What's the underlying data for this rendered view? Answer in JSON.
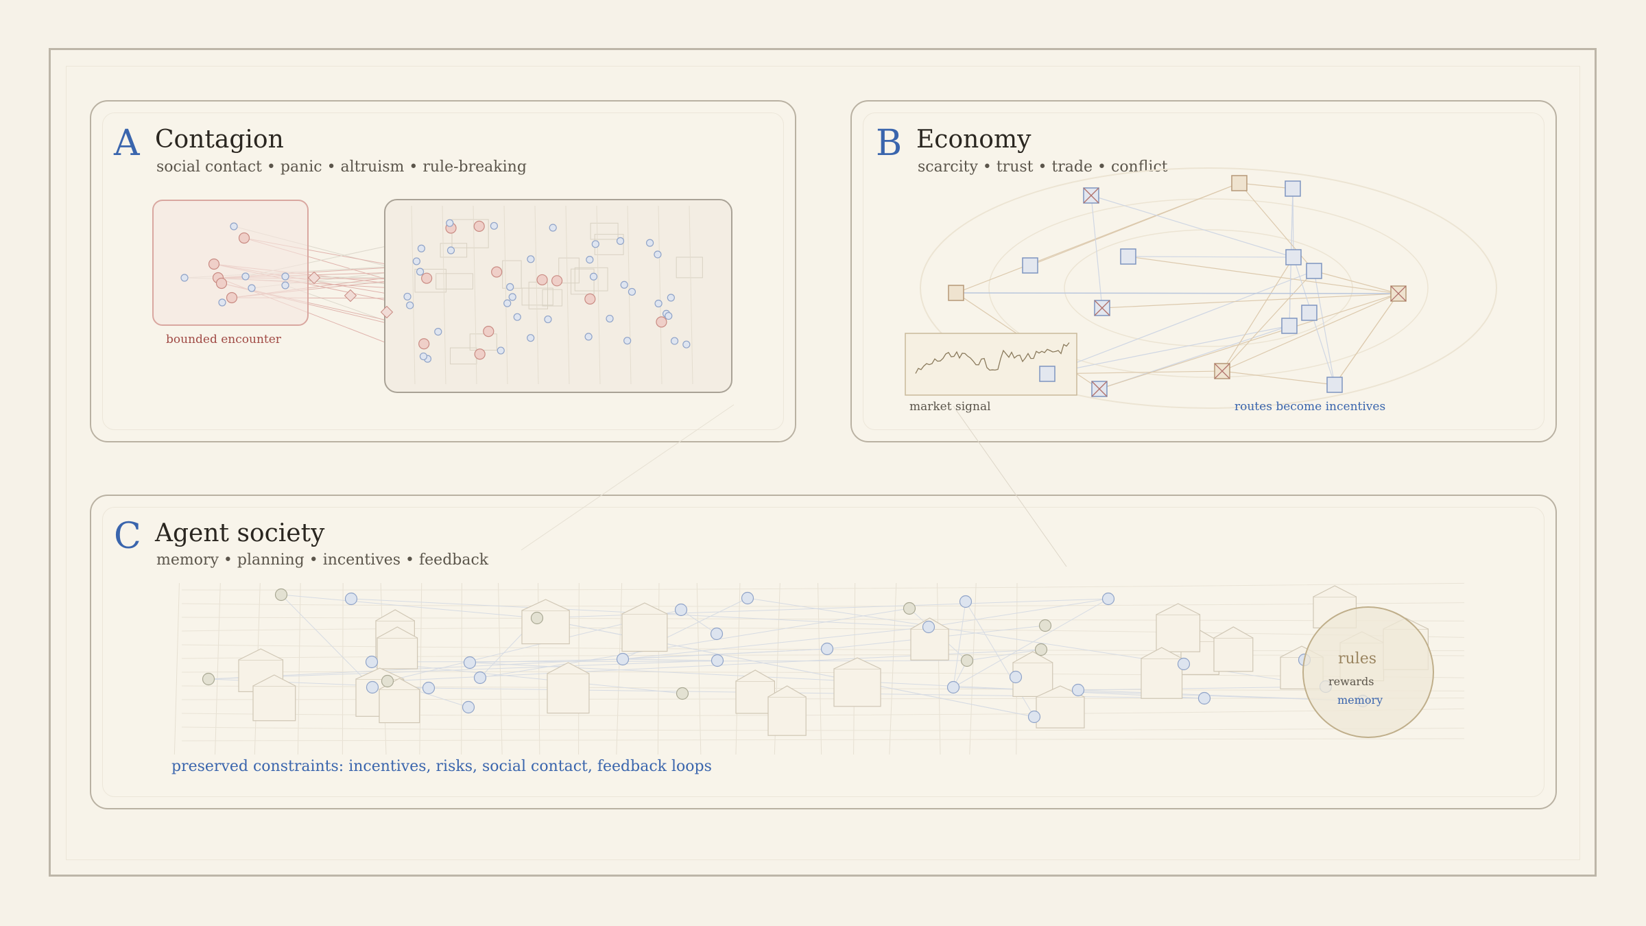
{
  "panels": {
    "a": {
      "letter": "A",
      "title": "Contagion",
      "subtitle": "social contact • panic • altruism • rule-breaking",
      "annotation": "bounded encounter"
    },
    "b": {
      "letter": "B",
      "title": "Economy",
      "subtitle": "scarcity • trust • trade • conflict",
      "annotation_left": "market signal",
      "annotation_right": "routes become incentives"
    },
    "c": {
      "letter": "C",
      "title": "Agent society",
      "subtitle": "memory • planning • incentives • feedback",
      "footer": "preserved constraints: incentives, risks, social contact, feedback loops",
      "lens_rules": "rules",
      "lens_rewards": "rewards",
      "lens_memory": "memory"
    }
  },
  "colors": {
    "accent_blue": "#3a65ad",
    "accent_red": "#a04a45",
    "accent_tan": "#9a8560",
    "border": "#b9b1a2"
  }
}
